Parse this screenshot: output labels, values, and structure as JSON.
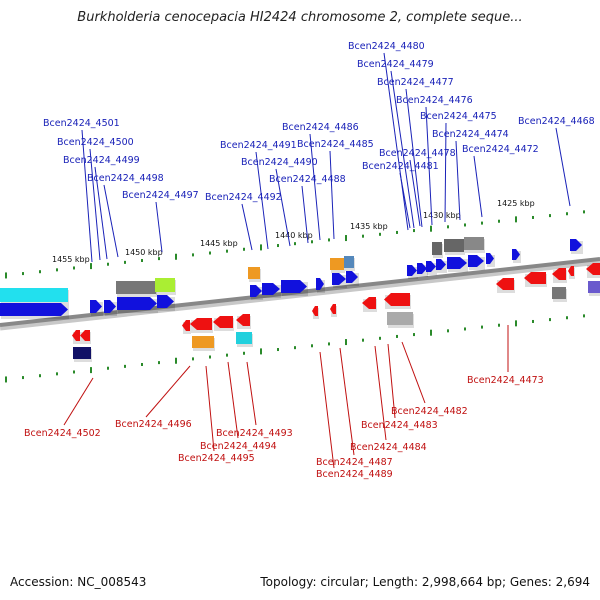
{
  "title": "Burkholderia cenocepacia HI2424 chromosome 2, complete seque...",
  "footer": {
    "accession": "Accession: NC_008543",
    "topology": "Topology: circular; Length: 2,998,664 bp; Genes: 2,694"
  },
  "colors": {
    "forward_label": "#1a22b8",
    "reverse_label": "#c01010",
    "forward_gene": "#1111dd",
    "reverse_gene": "#ee1111",
    "backbone": "#888888"
  },
  "kbp_ticks": [
    "1455 kbp",
    "1450 kbp",
    "1445 kbp",
    "1440 kbp",
    "1435 kbp",
    "1430 kbp",
    "1425 kbp"
  ],
  "forward_genes": [
    "Bcen2424_4480",
    "Bcen2424_4479",
    "Bcen2424_4477",
    "Bcen2424_4476",
    "Bcen2424_4475",
    "Bcen2424_4474",
    "Bcen2424_4472",
    "Bcen2424_4468",
    "Bcen2424_4501",
    "Bcen2424_4500",
    "Bcen2424_4499",
    "Bcen2424_4498",
    "Bcen2424_4497",
    "Bcen2424_4486",
    "Bcen2424_4491",
    "Bcen2424_4485",
    "Bcen2424_4490",
    "Bcen2424_4478",
    "Bcen2424_4481",
    "Bcen2424_4488",
    "Bcen2424_4492"
  ],
  "reverse_genes": [
    "Bcen2424_4473",
    "Bcen2424_4482",
    "Bcen2424_4483",
    "Bcen2424_4484",
    "Bcen2424_4487",
    "Bcen2424_4489",
    "Bcen2424_4493",
    "Bcen2424_4494",
    "Bcen2424_4495",
    "Bcen2424_4496",
    "Bcen2424_4502"
  ]
}
